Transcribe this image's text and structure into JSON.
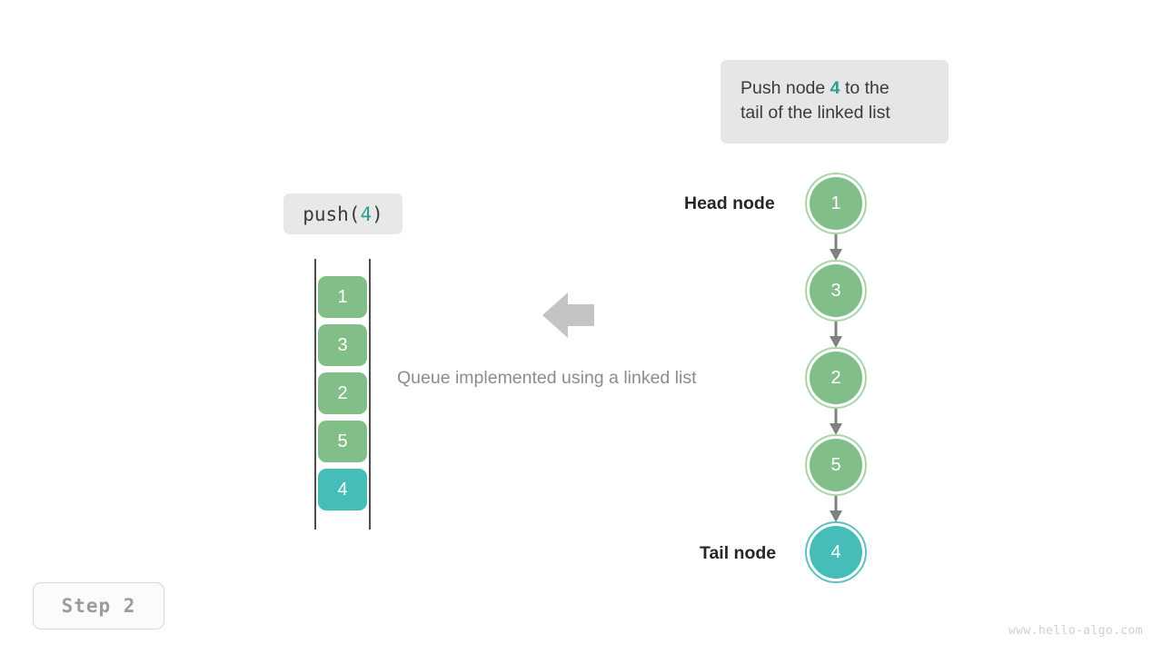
{
  "callout": {
    "line1_prefix": "Push node ",
    "line1_value": "4",
    "line1_suffix": " to the",
    "line2": "tail of the linked list"
  },
  "operation": {
    "label_prefix": "push(",
    "label_value": "4",
    "label_suffix": ")"
  },
  "queue_array": {
    "cells": [
      {
        "value": "1",
        "highlight": "green"
      },
      {
        "value": "3",
        "highlight": "green"
      },
      {
        "value": "2",
        "highlight": "green"
      },
      {
        "value": "5",
        "highlight": "green"
      },
      {
        "value": "4",
        "highlight": "teal"
      }
    ]
  },
  "caption": "Queue implemented using a linked list",
  "linked_list": {
    "head_label": "Head node",
    "tail_label": "Tail node",
    "nodes": [
      {
        "value": "1",
        "highlight": "green"
      },
      {
        "value": "3",
        "highlight": "green"
      },
      {
        "value": "2",
        "highlight": "green"
      },
      {
        "value": "5",
        "highlight": "green"
      },
      {
        "value": "4",
        "highlight": "teal"
      }
    ]
  },
  "step_badge": "Step 2",
  "watermark": "www.hello-algo.com",
  "colors": {
    "green": "#82be87",
    "green_ring": "#a9d4ac",
    "teal": "#46bdb8",
    "teal_ring": "#5cc4bf",
    "teal_text": "#2e9e93",
    "callout_bg": "#e6e6e6",
    "arrow_gray": "#808080",
    "caption_gray": "#8c8c8c",
    "rail_gray": "#4d4d4d",
    "big_arrow_gray": "#c4c4c4"
  }
}
